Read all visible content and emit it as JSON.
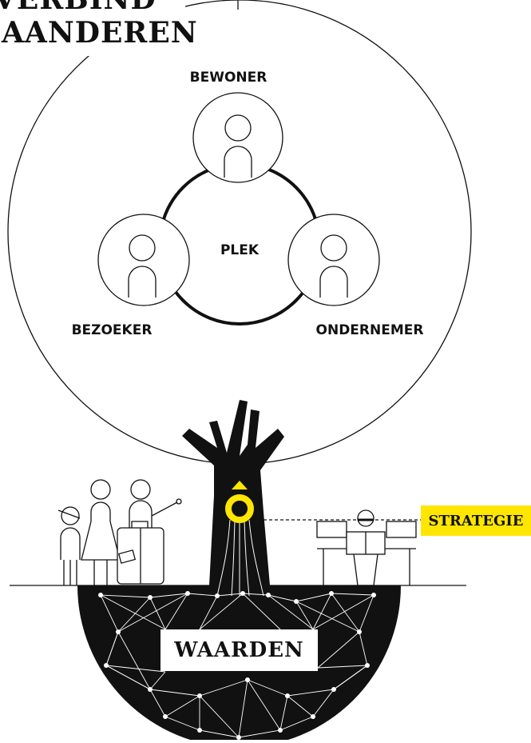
{
  "title": {
    "line1": "VERBIND",
    "line2": "AANDEREN"
  },
  "roles": {
    "top": "BEWONER",
    "left": "BEZOEKER",
    "right": "ONDERNEMER",
    "center": "PLEK"
  },
  "strategy_label": "STRATEGIE",
  "values_label": "WAARDEN",
  "colors": {
    "ink": "#111111",
    "accent": "#ffe600",
    "background": "#ffffff"
  }
}
